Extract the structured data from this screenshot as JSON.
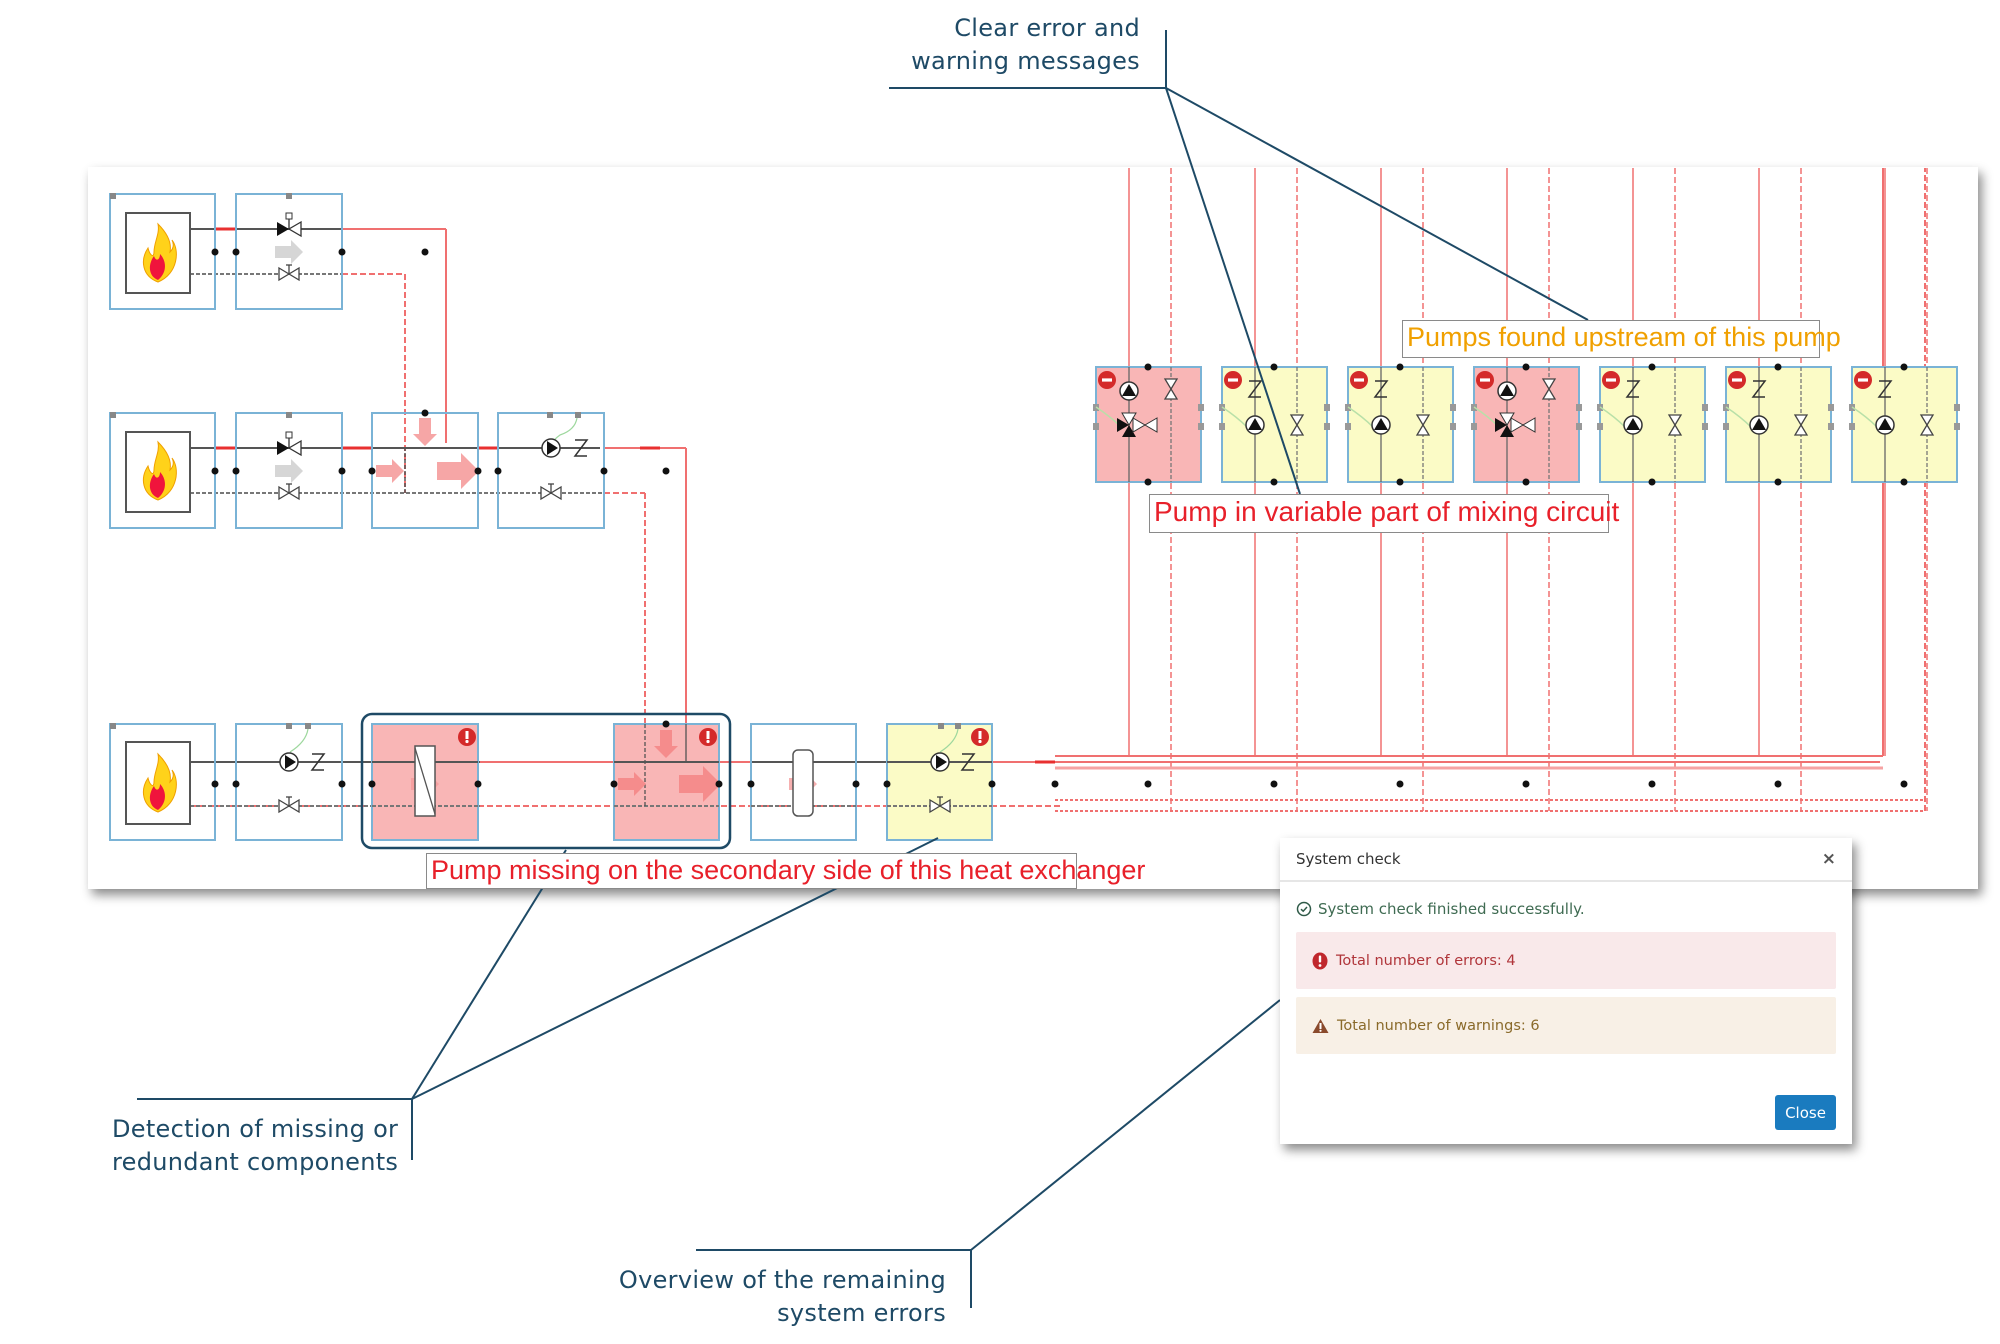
{
  "callouts": {
    "clear_messages": [
      "Clear error and",
      "warning messages"
    ],
    "detection": [
      "Detection of missing or",
      "redundant components"
    ],
    "overview": [
      "Overview of the remaining",
      "system errors"
    ]
  },
  "tooltips": {
    "pumps_upstream": "Pumps found upstream of this pump",
    "pump_variable": "Pump in variable part of mixing circuit",
    "pump_missing": "Pump missing on the secondary side of this heat exchanger"
  },
  "diagram": {
    "rows": [
      {
        "label": "boiler-circuit-1",
        "components": [
          "boiler",
          "valve-module"
        ]
      },
      {
        "label": "boiler-circuit-2",
        "components": [
          "boiler",
          "valve-module",
          "hydraulic-separator",
          "pump-module"
        ]
      },
      {
        "label": "boiler-circuit-3",
        "components": [
          "boiler",
          "pump-module",
          "heat-exchanger",
          "hydraulic-separator",
          "buffer-module",
          "pump-module"
        ]
      }
    ],
    "consumer_modules": [
      {
        "status": "error",
        "type": "mixing-circuit"
      },
      {
        "status": "warning",
        "type": "pump-circuit"
      },
      {
        "status": "warning",
        "type": "pump-circuit"
      },
      {
        "status": "error",
        "type": "mixing-circuit"
      },
      {
        "status": "warning",
        "type": "pump-circuit"
      },
      {
        "status": "warning",
        "type": "pump-circuit"
      },
      {
        "status": "warning",
        "type": "pump-circuit"
      }
    ],
    "colors": {
      "error_fill": "#f9b6b6",
      "warning_fill": "#fbfbc6",
      "pipe_red": "#f07070",
      "module_border": "#7ab3d6",
      "callout_line": "#1e4a66"
    }
  },
  "modal": {
    "title": "System check",
    "close_x": "×",
    "success_message": "System check finished successfully.",
    "errors_label": "Total number of errors: 4",
    "warnings_label": "Total number of warnings: 6",
    "error_count": 4,
    "warning_count": 6,
    "close_button": "Close",
    "colors": {
      "button": "#1a7bbf",
      "error_bg": "#f9e9ea",
      "error_text": "#b0353a",
      "warning_bg": "#f8f0e6",
      "warning_text": "#8a6a2a"
    }
  }
}
